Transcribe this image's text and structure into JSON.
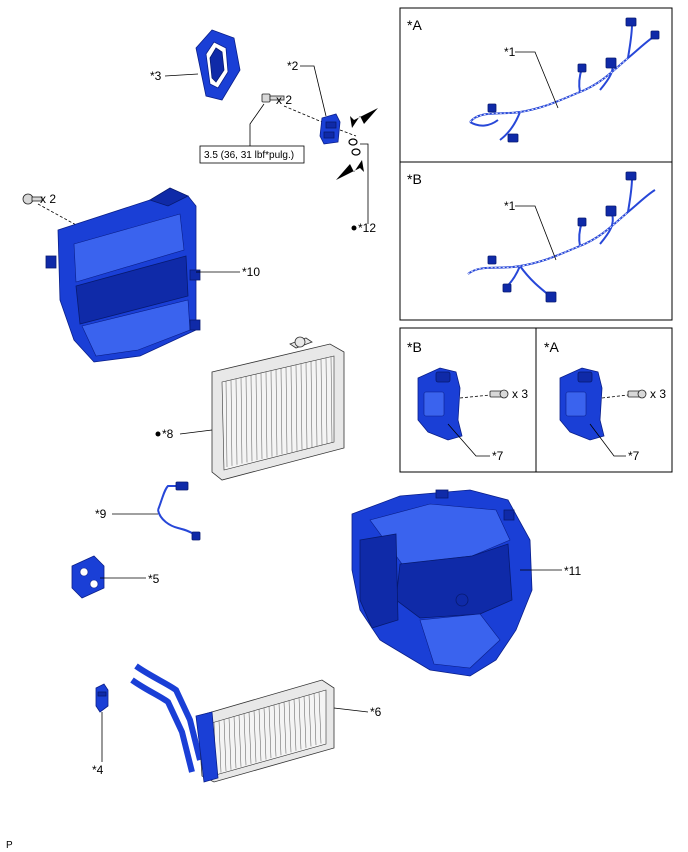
{
  "labels": {
    "p1a": "*1",
    "p1b": "*1",
    "p2": "*2",
    "p3": "*3",
    "p4": "*4",
    "p5": "*5",
    "p6": "*6",
    "p7b": "*7",
    "p7a": "*7",
    "p8": "*8",
    "p9": "*9",
    "p10": "*10",
    "p11": "*11",
    "p12": "*12"
  },
  "boxes": {
    "a_top": "*A",
    "b_mid": "*B",
    "b_small": "*B",
    "a_small": "*A"
  },
  "quantities": {
    "screw_x2_top": "x 2",
    "screw_x2_left": "x 2",
    "screw_x3_b": "x 3",
    "screw_x3_a": "x 3"
  },
  "torque": "3.5 (36, 31 lbf*pulg.)",
  "corner_code": "P"
}
